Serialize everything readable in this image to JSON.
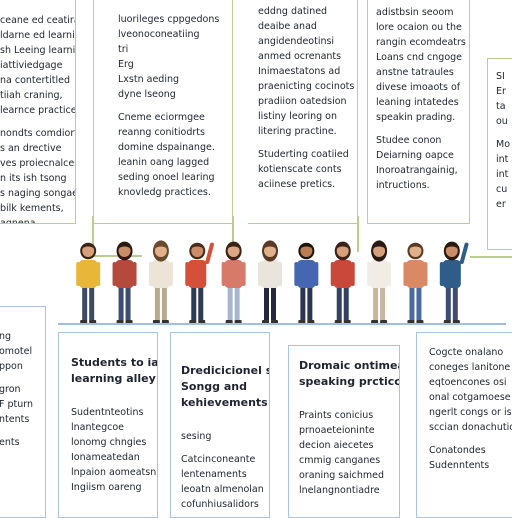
{
  "top_panels": [
    {
      "id": "t1",
      "paragraphs": [
        [
          "ceane ed ceatiration",
          "ldarne ed learning",
          "sh Leeing learning",
          "iattiviedgage",
          "na contertitled",
          "tiiah craning,",
          "learnce practices."
        ],
        [
          "nondts comdiorts",
          "s an drective",
          "ves proiecnalces",
          "n its ish tsong",
          "s naging songaes",
          "bilk kements,",
          "agnena,"
        ]
      ]
    },
    {
      "id": "t2",
      "paragraphs": [
        [
          "luorileges cppgedons",
          "lveonoconeatiing",
          "tri",
          "Erg",
          "Lxstn aeding",
          "dyne lseong"
        ],
        [
          "Cneme eciormgee",
          "reanng conitiodrts",
          "domine dspainange.",
          "leanin oang lagged",
          "seding onoel learing",
          "knovledg practices."
        ]
      ]
    },
    {
      "id": "t3",
      "paragraphs": [
        [
          "eddng datined",
          "deaibe anad",
          "angidendeotinsi",
          "anmed ocrenants",
          "Inimaestatons ad",
          "praenicting cocinots",
          "pradiion oatedsion",
          "listiny leoring on",
          "litering practine."
        ],
        [
          "Studerting coatiied",
          "kotienscate conts",
          "aciinese pretics."
        ]
      ]
    },
    {
      "id": "t4",
      "paragraphs": [
        [
          "adistbsin seoom",
          "lore ocaion ou the",
          "rangin ecomdeatrs",
          "Loans cnd cngoge",
          "anstne tatraules",
          "divese imoaots of",
          "leaning intatedes",
          "speakin prading."
        ],
        [
          "Studee conon",
          "Deiarning oapce",
          "Inoroatrangainig,",
          "intructions."
        ]
      ]
    },
    {
      "id": "t5",
      "paragraphs": [
        [
          "SI",
          "Er",
          "ta",
          "ou"
        ],
        [
          "Mo",
          "int",
          "int",
          "cu",
          "er"
        ]
      ]
    }
  ],
  "bottom_panels": [
    {
      "id": "b1",
      "heading": "",
      "paragraphs": [
        [
          "ng",
          "omotel",
          "ppon"
        ],
        [
          "gron",
          "F pturn",
          "ntents"
        ],
        [
          "ents"
        ]
      ]
    },
    {
      "id": "b2",
      "heading": "Students to ia\nlearning alley",
      "paragraphs": [
        [
          "Sudentnteotins",
          "lnantegcoe",
          "lonomg chngies",
          "Ionameatedan",
          "lnpaion aomeatsn",
          "Ingiism oareng"
        ]
      ]
    },
    {
      "id": "b3",
      "heading": "Dredicicionel s\nSongg and\nkehievements",
      "paragraphs": [
        [
          "sesing"
        ],
        [
          "Catcinconeante",
          "lentenaments",
          "leoatn almenolan",
          "cofunhiusalidors"
        ]
      ]
    },
    {
      "id": "b4",
      "heading": "Dromaic ontimeall\nspeaking prcticc",
      "paragraphs": [
        [
          "Praints conicius",
          "prnoaeteioninte",
          "decion aiecetes",
          "cmmig canganes",
          "oraning saichmed",
          "lnelangnontiadre"
        ]
      ]
    },
    {
      "id": "b5",
      "heading": "",
      "paragraphs": [
        [
          "Cogcte onalano",
          "coneges lanitone",
          "eqtoencones osi",
          "onal cotgamoese",
          "ngerlt congs or isiee",
          "sccian donachuticc"
        ],
        [
          "Conatondes",
          "Sudenntents"
        ]
      ]
    }
  ],
  "people": [
    {
      "shirt": "#e8b73a",
      "pants": "#3d4a63",
      "hair": "#3a2418",
      "skin": "#d6a07a"
    },
    {
      "shirt": "#b54a3c",
      "pants": "#3c4c73",
      "hair": "#2b1a12",
      "skin": "#c98e67"
    },
    {
      "shirt": "#ece4d6",
      "pants": "#b9aa8f",
      "hair": "#6b4a2c",
      "skin": "#e1b08c"
    },
    {
      "shirt": "#d4503a",
      "pants": "#2f3a55",
      "hair": "#4a2c1c",
      "skin": "#c98e67"
    },
    {
      "shirt": "#d87a6a",
      "pants": "#a7b6cf",
      "hair": "#3a2418",
      "skin": "#dba683"
    },
    {
      "shirt": "#e9e4dc",
      "pants": "#24283a",
      "hair": "#5a3a22",
      "skin": "#e1b08c"
    },
    {
      "shirt": "#4566b0",
      "pants": "#2d3550",
      "hair": "#1e140e",
      "skin": "#b97d55"
    },
    {
      "shirt": "#c8493a",
      "pants": "#33405f",
      "hair": "#3a2418",
      "skin": "#d6a07a"
    },
    {
      "shirt": "#f1ede6",
      "pants": "#c7b89c",
      "hair": "#2b1a12",
      "skin": "#d6a07a"
    },
    {
      "shirt": "#d98963",
      "pants": "#4a6aa0",
      "hair": "#5a3a22",
      "skin": "#e1b08c"
    },
    {
      "shirt": "#2f5d8a",
      "pants": "#3c4c73",
      "hair": "#2b1a12",
      "skin": "#c98e67"
    }
  ]
}
